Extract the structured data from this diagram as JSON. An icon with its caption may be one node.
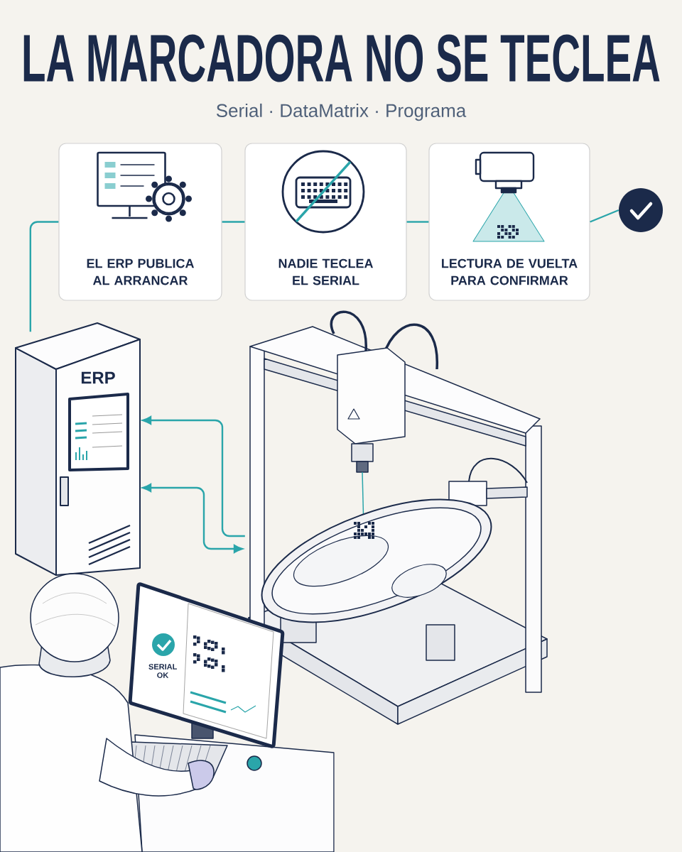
{
  "diagram": {
    "title": "LA MARCADORA NO SE TECLEA",
    "caption": "Serial · DataMatrix · Programa",
    "nodes": [
      {
        "text": [
          "EL ERP PUBLICA AL ARRANCAR"
        ]
      },
      {
        "text": [
          "NADIE TECLEA EL SERIAL"
        ]
      },
      {
        "text": [
          "LECTURA DE VUELTA PARA CONFIRMAR"
        ]
      },
      {
        "text": [],
        "shape": "circle"
      },
      {
        "text": [
          "ERP"
        ]
      },
      {
        "text": [],
        "shape": "picture"
      }
    ],
    "edges": [
      {
        "from": 4,
        "to": 0,
        "arrow": "none"
      },
      {
        "from": 0,
        "to": 1,
        "arrow": "none"
      },
      {
        "from": 1,
        "to": 2,
        "arrow": "none"
      },
      {
        "from": 2,
        "to": 3,
        "arrow": "none"
      },
      {
        "from": 5,
        "to": 4,
        "arrow": "to"
      },
      {
        "from": 5,
        "to": 4,
        "arrow": "both"
      }
    ],
    "labels": [
      "SERIAL OK"
    ]
  }
}
